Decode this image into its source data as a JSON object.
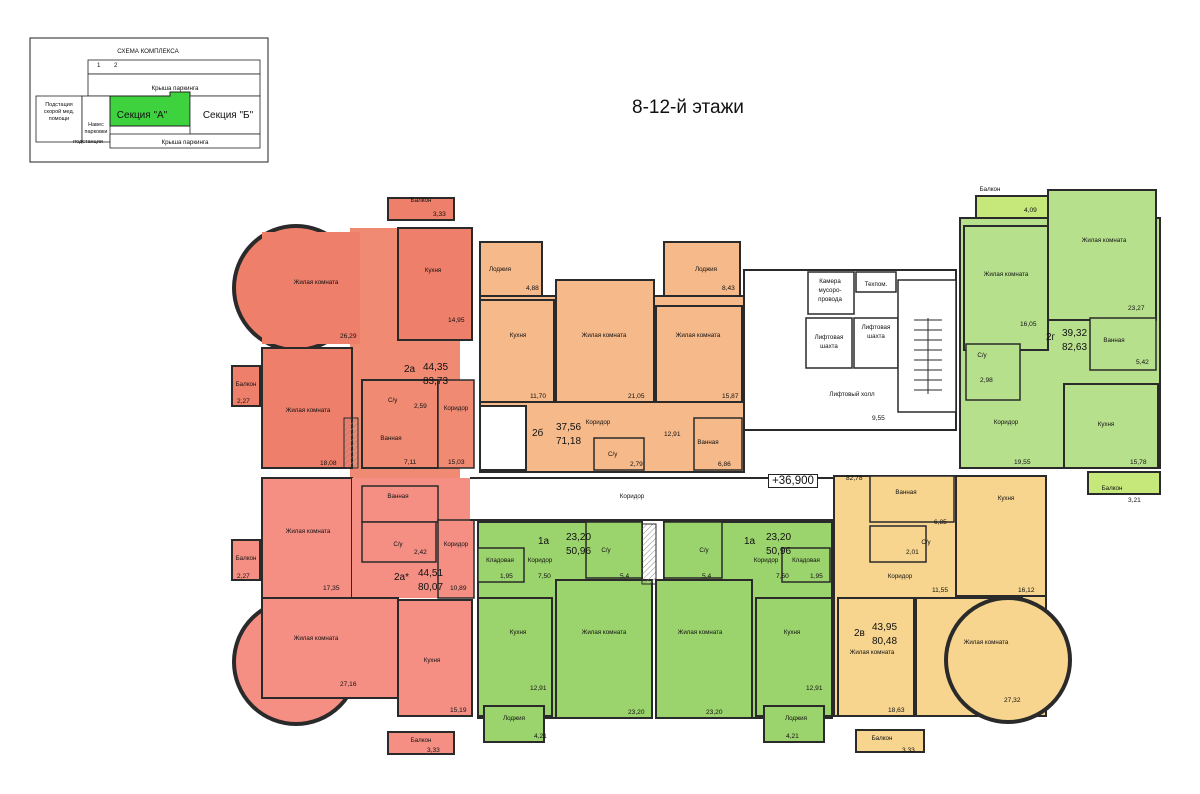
{
  "title": "8-12-й этажи",
  "level_mark": "+36,900",
  "scheme": {
    "title": "СХЕМА КОМПЛЕКСА",
    "roof_top": "Крыша паркинга",
    "roof_bottom": "Крыша паркинга",
    "substation_ambulance": [
      "Подстация",
      "скорой мед.",
      "помощи"
    ],
    "canopy": [
      "Навес",
      "парковки",
      "подстанции"
    ],
    "section_a": "Секция \"А\"",
    "section_b": "Секция \"Б\"",
    "marks": [
      "1",
      "2"
    ]
  },
  "colors": {
    "red_dark": "#ee7f6a",
    "red_light": "#f58f84",
    "red_mid": "#f2968a",
    "orange": "#f6b98a",
    "orange_light": "#f8c79e",
    "green_dark": "#9bd36c",
    "green_light": "#b7e08c",
    "green_lime": "#c6e87a",
    "yellow": "#f7d58e",
    "wall": "#2a2a2a",
    "scheme_green": "#3fd23f"
  },
  "apartments": {
    "a2a": {
      "type": "2а",
      "living": "44,35",
      "total": "83,73"
    },
    "a2a_star": {
      "type": "2а*",
      "living": "44,51",
      "total": "80,07"
    },
    "a2b": {
      "type": "2б",
      "living": "37,56",
      "total": "71,18"
    },
    "a1a_left": {
      "type": "1а",
      "living": "23,20",
      "total": "50,96"
    },
    "a1a_right": {
      "type": "1а",
      "living": "23,20",
      "total": "50,96"
    },
    "a2g": {
      "type": "2г",
      "living": "39,32",
      "total": "82,63"
    },
    "a2v": {
      "type": "2в",
      "living": "43,95",
      "total": "80,48"
    }
  },
  "rooms": {
    "balcony": "Балкон",
    "loggia": "Лоджия",
    "kitchen": "Кухня",
    "living": "Жилая комната",
    "corridor": "Коридор",
    "wc": "С/у",
    "bath": "Ванная",
    "pantry": "Кладовая",
    "garbage": [
      "Камера",
      "мусоро-",
      "провода"
    ],
    "techroom": "Техпом.",
    "lift_shaft": [
      "Лифтовая",
      "шахта"
    ],
    "lift_hall": "Лифтовый холл"
  },
  "areas": {
    "bal_top_left": "3,33",
    "kitchen_2a": "14,95",
    "living_round_top": "26,29",
    "bal_left_upper": "2,27",
    "living_2a": "18,08",
    "wc_2a": "2,59",
    "bath_2a": "7,11",
    "corr_2a": "15,03",
    "loggia_2b_left": "4,88",
    "loggia_2b_right": "8,43",
    "kitchen_2b": "11,70",
    "living_2b_a": "21,05",
    "living_2b_b": "15,87",
    "corr_2b": "12,91",
    "wc_2b": "2,79",
    "bath_2b": "6,86",
    "lift_hall": "9,55",
    "bal_top_right": "4,09",
    "living_2g_a": "23,27",
    "living_2g_b": "16,05",
    "wc_2g": "2,98",
    "bath_2g": "5,42",
    "corr_2g": "19,55",
    "kitchen_2g": "15,78",
    "bal_right": "3,21",
    "corr_2v_top": "82,78",
    "bath_2v": "6,85",
    "wc_2v": "2,01",
    "corr_2v": "11,55",
    "kitchen_2v": "16,12",
    "living_2v_a": "18,63",
    "living_2v_b": "27,32",
    "bal_bottom_right": "3,33",
    "living_2as": "17,35",
    "wc_2as": "2,42",
    "corr_2as": "10,89",
    "bal_left_lower": "2,27",
    "living_round_bottom": "27,16",
    "kitchen_2as": "15,19",
    "bal_bottom_left": "3,33",
    "pantry_l": "1,95",
    "corr_1a_l": "7,50",
    "wc_1a_l": "5,4",
    "kitchen_1a_l": "12,91",
    "living_1a_l": "23,20",
    "loggia_1a_l": "4,21",
    "pantry_r": "1,95",
    "corr_1a_r": "7,50",
    "wc_1a_r": "5,4",
    "kitchen_1a_r": "12,91",
    "living_1a_r": "23,20",
    "loggia_1a_r": "4,21"
  }
}
